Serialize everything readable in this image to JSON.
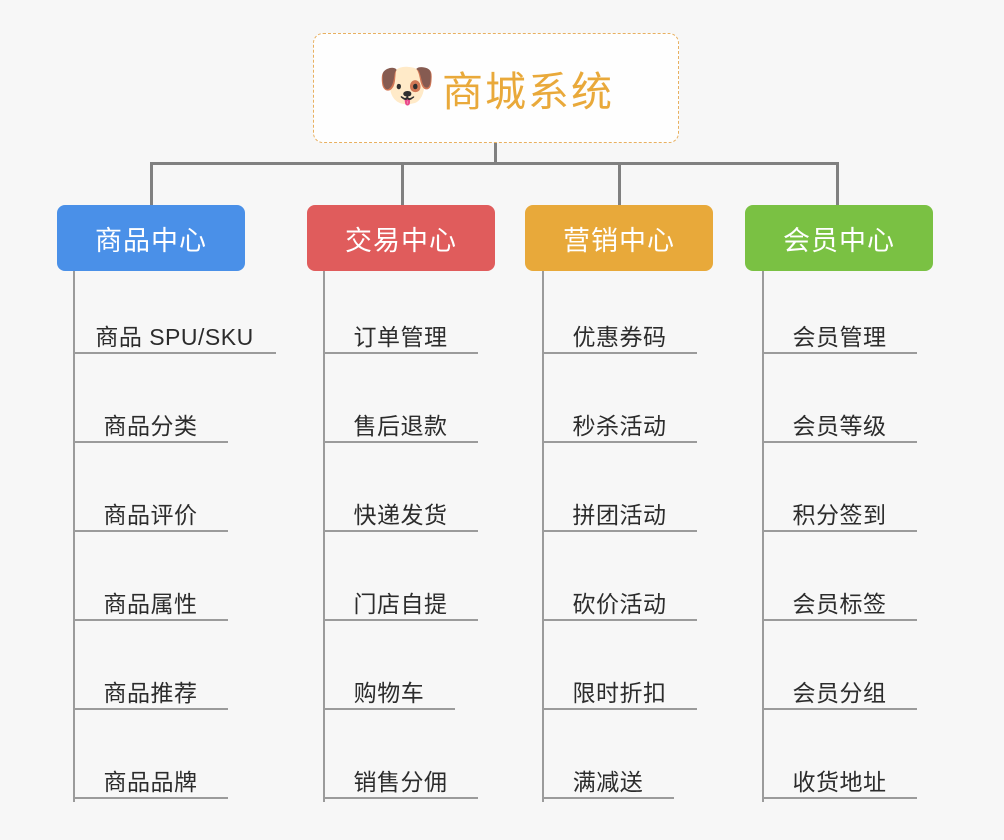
{
  "root": {
    "icon": "shiba-dog-face-emoji",
    "icon_glyph": "🐶",
    "title": "商城系统",
    "border_color": "#e8b060",
    "text_color": "#e9a93a"
  },
  "connector_color": "#808080",
  "leaf_line_color": "#9b9b9b",
  "background": "#f7f7f7",
  "categories": [
    {
      "label": "商品中心",
      "color": "#4a90e8",
      "items": [
        "商品 SPU/SKU",
        "商品分类",
        "商品评价",
        "商品属性",
        "商品推荐",
        "商品品牌"
      ]
    },
    {
      "label": "交易中心",
      "color": "#e05c5c",
      "items": [
        "订单管理",
        "售后退款",
        "快递发货",
        "门店自提",
        "购物车",
        "销售分佣"
      ]
    },
    {
      "label": "营销中心",
      "color": "#e8a93a",
      "items": [
        "优惠券码",
        "秒杀活动",
        "拼团活动",
        "砍价活动",
        "限时折扣",
        "满减送"
      ]
    },
    {
      "label": "会员中心",
      "color": "#7ac143",
      "items": [
        "会员管理",
        "会员等级",
        "积分签到",
        "会员标签",
        "会员分组",
        "收货地址"
      ]
    }
  ]
}
